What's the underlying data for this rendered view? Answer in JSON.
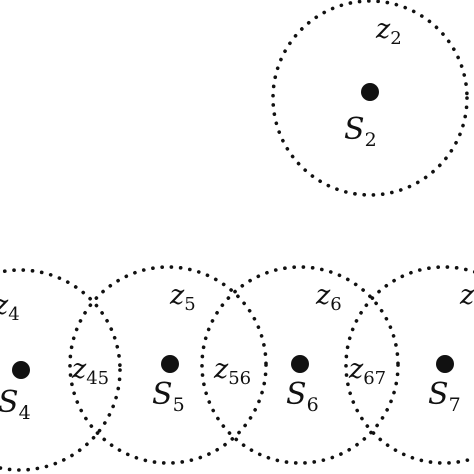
{
  "colors": {
    "ink": "#111111",
    "background": "#ffffff"
  },
  "nodes": [
    {
      "id": "s2",
      "label": "S",
      "label_sub": "2",
      "zone": "z",
      "zone_sub": "2"
    },
    {
      "id": "s4",
      "label": "S",
      "label_sub": "4",
      "zone": "z",
      "zone_sub": "4"
    },
    {
      "id": "s5",
      "label": "S",
      "label_sub": "5",
      "zone": "z",
      "zone_sub": "5"
    },
    {
      "id": "s6",
      "label": "S",
      "label_sub": "6",
      "zone": "z",
      "zone_sub": "6"
    },
    {
      "id": "s7",
      "label": "S",
      "label_sub": "7",
      "zone": "z",
      "zone_sub": ""
    }
  ],
  "overlaps": [
    {
      "id": "o45",
      "label": "z",
      "label_sub": "45"
    },
    {
      "id": "o56",
      "label": "z",
      "label_sub": "56"
    },
    {
      "id": "o67",
      "label": "z",
      "label_sub": "67"
    }
  ]
}
